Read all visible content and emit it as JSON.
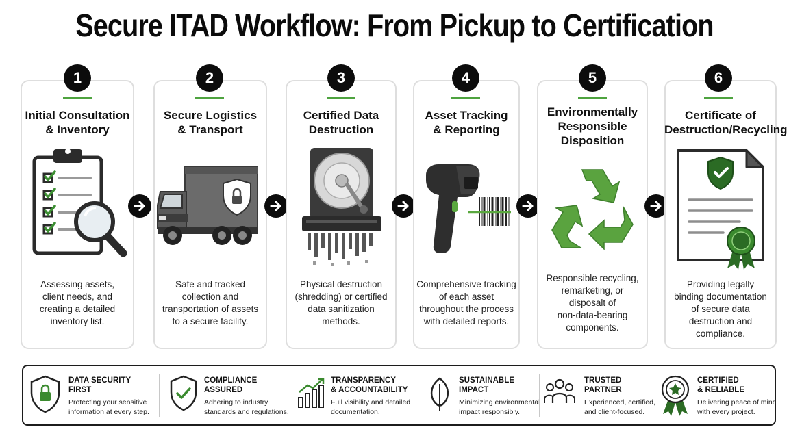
{
  "title": "Secure ITAD Workflow: From Pickup to Certification",
  "colors": {
    "accent_green": "#4ea33f",
    "dark": "#0c0c0c",
    "border": "#dedede"
  },
  "steps": [
    {
      "number": "1",
      "title_line1": "Initial Consultation",
      "title_line2": "& Inventory",
      "title_line3": "",
      "icon": "clipboard-magnifier-icon",
      "desc": [
        "Assessing assets,",
        "client needs, and",
        "creating a detailed",
        "inventory list.",
        ""
      ]
    },
    {
      "number": "2",
      "title_line1": "Secure Logistics",
      "title_line2": "& Transport",
      "title_line3": "",
      "icon": "secure-truck-icon",
      "desc": [
        "Safe and tracked",
        "collection and",
        "transportation of assets",
        "to a secure facility.",
        ""
      ]
    },
    {
      "number": "3",
      "title_line1": "Certified Data",
      "title_line2": "Destruction",
      "title_line3": "",
      "icon": "hard-drive-shredder-icon",
      "desc": [
        "Physical destruction",
        "(shredding) or certified",
        "data sanitization",
        "methods.",
        ""
      ]
    },
    {
      "number": "4",
      "title_line1": "Asset Tracking",
      "title_line2": "& Reporting",
      "title_line3": "",
      "icon": "barcode-scanner-icon",
      "desc": [
        "Comprehensive tracking",
        "of each asset",
        "throughout the process",
        "with detailed reports.",
        ""
      ]
    },
    {
      "number": "5",
      "title_line1": "Environmentally",
      "title_line2": "Responsible",
      "title_line3": "Disposition",
      "icon": "recycle-icon",
      "desc": [
        "Responsible recycling,",
        "remarketing, or",
        "disposalt of",
        "non-data-bearing",
        "components."
      ]
    },
    {
      "number": "6",
      "title_line1": "Certificate of",
      "title_line2": "Destruction/Recycling",
      "title_line3": "",
      "icon": "certificate-icon",
      "desc": [
        "Providing legally",
        "binding documentation",
        "of secure data",
        "destruction and",
        "compliance."
      ]
    }
  ],
  "features": [
    {
      "icon": "shield-lock-icon",
      "title_line1": "DATA SECURITY",
      "title_line2": "FIRST",
      "desc_line1": "Protecting your sensitive",
      "desc_line2": "information at every step."
    },
    {
      "icon": "shield-check-icon",
      "title_line1": "COMPLIANCE",
      "title_line2": "ASSURED",
      "desc_line1": "Adhering to industry",
      "desc_line2": "standards and regulations."
    },
    {
      "icon": "growth-chart-icon",
      "title_line1": "TRANSPARENCY",
      "title_line2": "& ACCOUNTABILITY",
      "desc_line1": "Full visibility and detailed",
      "desc_line2": "documentation."
    },
    {
      "icon": "leaf-icon",
      "title_line1": "SUSTAINABLE",
      "title_line2": "IMPACT",
      "desc_line1": "Minimizing environmental",
      "desc_line2": "impact responsibly."
    },
    {
      "icon": "people-icon",
      "title_line1": "TRUSTED",
      "title_line2": "PARTNER",
      "desc_line1": "Experienced, certified,",
      "desc_line2": "and client-focused."
    },
    {
      "icon": "award-badge-icon",
      "title_line1": "CERTIFIED",
      "title_line2": "& RELIABLE",
      "desc_line1": "Delivering peace of mind",
      "desc_line2": "with every project."
    }
  ]
}
